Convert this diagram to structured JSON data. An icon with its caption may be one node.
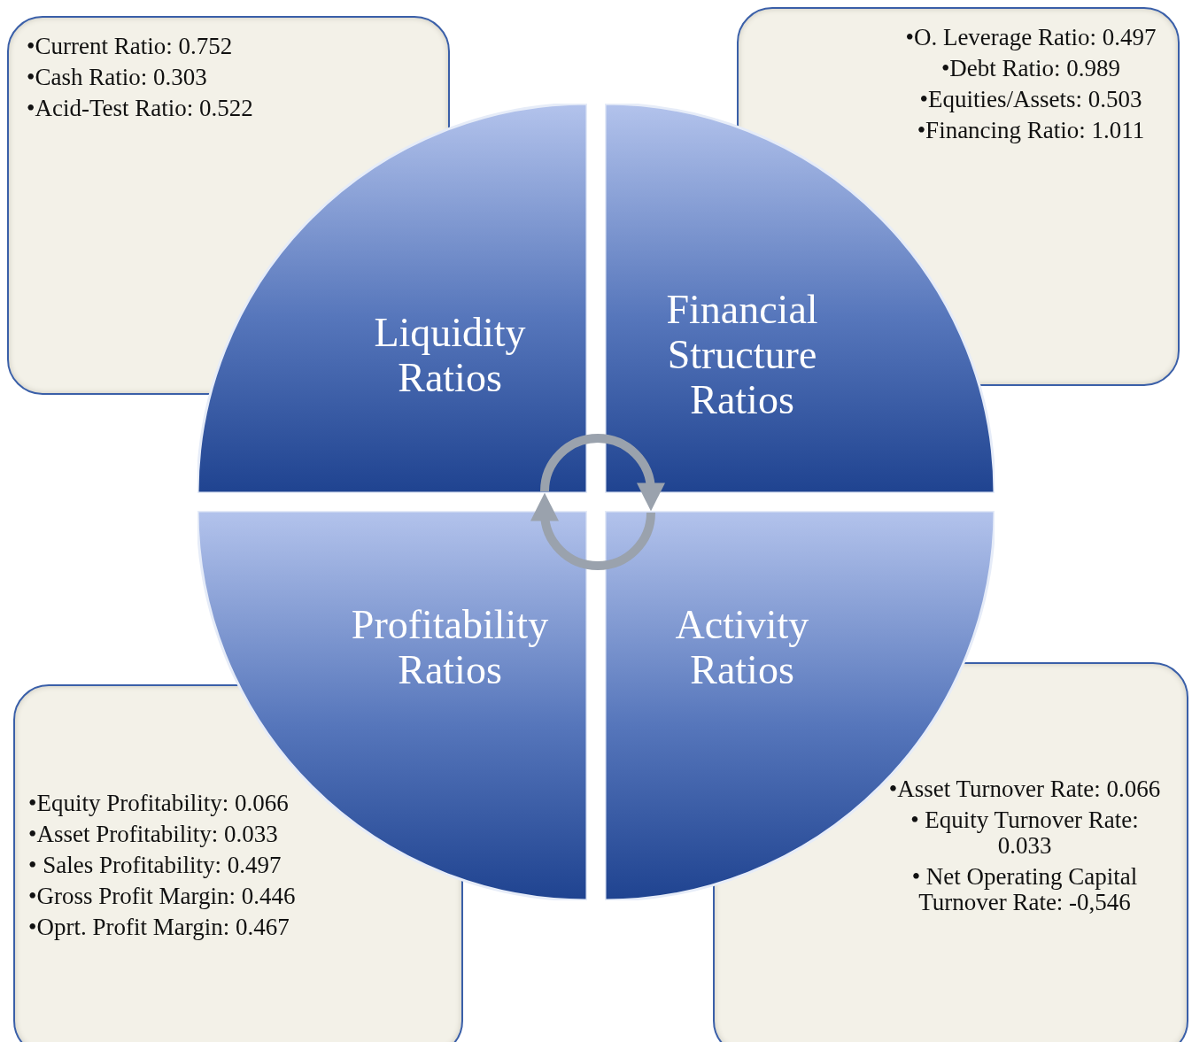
{
  "diagram": {
    "nodes": [
      {
        "text": [
          "•Current Ratio: 0.752",
          "•Cash Ratio: 0.303",
          "•Acid-Test Ratio: 0.522"
        ]
      },
      {
        "text": [
          "•O. Leverage Ratio: 0.497",
          "•Debt Ratio: 0.989",
          "•Equities/Assets: 0.503",
          "•Financing Ratio: 1.011"
        ]
      },
      {
        "text": [
          "Liquidity Ratios"
        ]
      },
      {
        "text": [
          "Financial Structure Ratios"
        ]
      },
      {
        "text": [
          "Profitability Ratios"
        ]
      },
      {
        "text": [
          "Activity Ratios"
        ]
      },
      {
        "text": [
          "•Equity Profitability: 0.066",
          "•Asset Profitability: 0.033",
          "• Sales Profitability: 0.497",
          "•Gross Profit Margin: 0.446",
          "•Oprt. Profit Margin: 0.467"
        ]
      },
      {
        "text": [
          "•Asset Turnover Rate: 0.066",
          "• Equity Turnover Rate: 0.033",
          "• Net Operating Capital Turnover Rate: -0,546"
        ]
      }
    ],
    "edges": [
      {
        "from": 2,
        "to": 3,
        "arrow": "to"
      },
      {
        "from": 5,
        "to": 4,
        "arrow": "to"
      }
    ]
  }
}
